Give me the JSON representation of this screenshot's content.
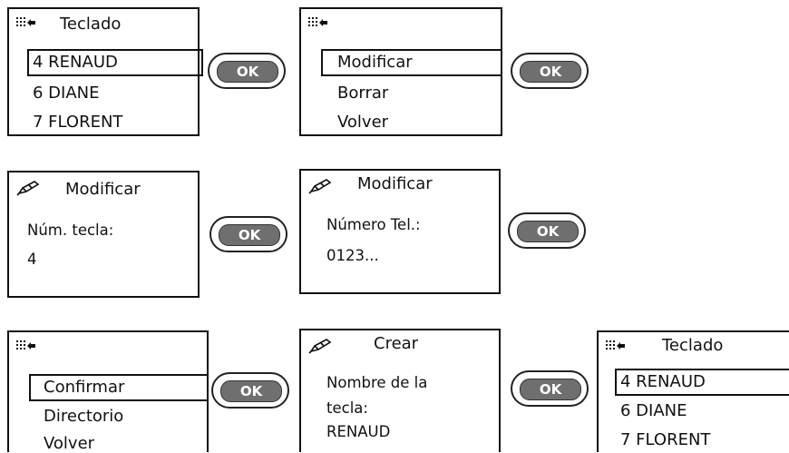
{
  "row1": {
    "screen1": {
      "title": "Teclado",
      "items": [
        "4  RENAUD",
        "6  DIANE",
        "7  FLORENT"
      ]
    },
    "ok1": "OK",
    "screen2": {
      "items": [
        "Modificar",
        "Borrar",
        "Volver"
      ]
    },
    "ok2": "OK"
  },
  "row2": {
    "screen1": {
      "title": "Modificar",
      "line1": "Núm. tecla:",
      "line2": "4"
    },
    "ok1": "OK",
    "screen2": {
      "title": "Modificar",
      "line1": "Número Tel.:",
      "line2": "0123..."
    },
    "ok2": "OK"
  },
  "row3": {
    "screen1": {
      "items": [
        "Confirmar",
        "Directorio",
        "Volver"
      ]
    },
    "ok1": "OK",
    "screen2": {
      "title": "Crear",
      "line1": "Nombre de la",
      "line2": "tecla:",
      "line3": "RENAUD"
    },
    "ok2": "OK",
    "screen3": {
      "title": "Teclado",
      "items": [
        "4  RENAUD",
        "6  DIANE",
        "7  FLORENT"
      ]
    }
  },
  "icons": {
    "keypad": "keypad-icon",
    "edit": "pencil-edit-icon"
  }
}
